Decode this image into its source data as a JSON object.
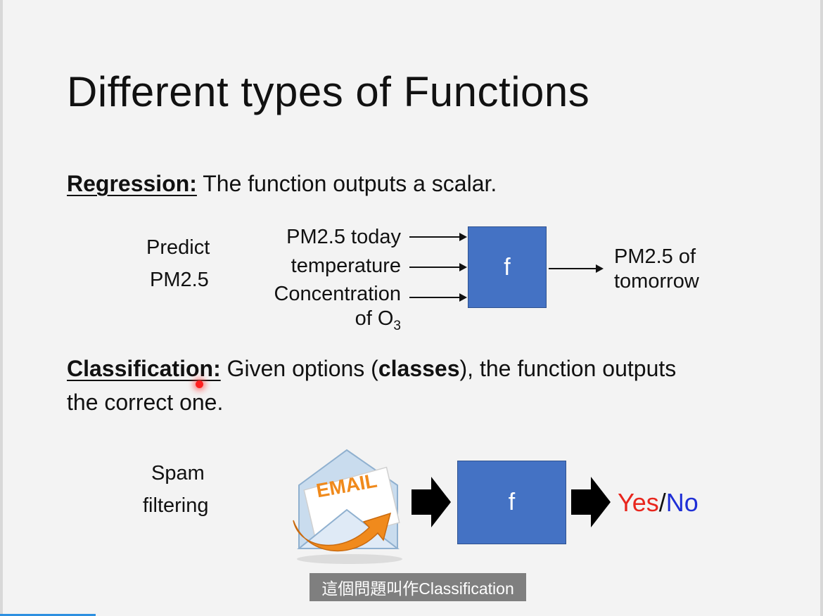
{
  "slide": {
    "title": "Different types of Functions",
    "regression": {
      "term": "Regression:",
      "description": " The function outputs a scalar.",
      "task_line1": "Predict",
      "task_line2": "PM2.5",
      "inputs": [
        "PM2.5 today",
        "temperature",
        "Concentration"
      ],
      "input_last_prefix": "of O",
      "input_last_sub": "3",
      "function_label": "f",
      "output_line1": "PM2.5 of",
      "output_line2": "tomorrow"
    },
    "classification": {
      "term": "Classification:",
      "desc_part1": " Given options (",
      "desc_bold": "classes",
      "desc_part2": "), the function outputs",
      "desc_line2": "the correct one.",
      "task_line1": "Spam",
      "task_line2": "filtering",
      "email_label": "EMAIL",
      "function_label": "f",
      "output_yes": "Yes",
      "output_sep": "/",
      "output_no": "No"
    }
  },
  "subtitle": "這個問題叫作Classification",
  "colors": {
    "function_box": "#4472c4",
    "yes": "#e8261d",
    "no": "#1f2fd6",
    "email_orange": "#f08a1c"
  }
}
